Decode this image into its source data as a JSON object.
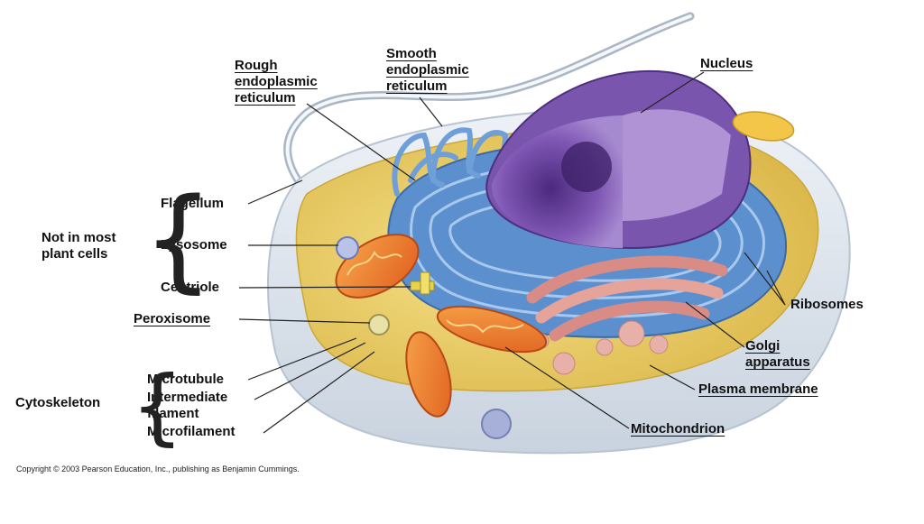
{
  "labels": {
    "rough_er_1": "Rough",
    "rough_er_2": "endoplasmic",
    "rough_er_3": "reticulum",
    "smooth_er_1": "Smooth",
    "smooth_er_2": "endoplasmic",
    "smooth_er_3": "reticulum",
    "nucleus": "Nucleus",
    "flagellum": "Flagellum",
    "lysosome": "Lysosome",
    "centriole": "Centriole",
    "peroxisome": "Peroxisome",
    "ribosomes": "Ribosomes",
    "golgi_1": "Golgi",
    "golgi_2": "apparatus",
    "plasma_membrane": "Plasma membrane",
    "mitochondrion": "Mitochondrion",
    "microtubule": "Microtubule",
    "intermediate_1": "Intermediate",
    "intermediate_2": "filament",
    "microfilament": "Microfilament"
  },
  "groups": {
    "not_in_plant_1": "Not in most",
    "not_in_plant_2": "plant cells",
    "cytoskeleton": "Cytoskeleton"
  },
  "copyright": "Copyright © 2003 Pearson Education, Inc., publishing as Benjamin Cummings.",
  "colors": {
    "membrane": "#dfe6ee",
    "cytoplasm": "#e7c65a",
    "er": "#5b8fce",
    "nucleus": "#8a63b8",
    "golgi": "#e6a39a",
    "mitochondrion": "#f08a3a"
  }
}
